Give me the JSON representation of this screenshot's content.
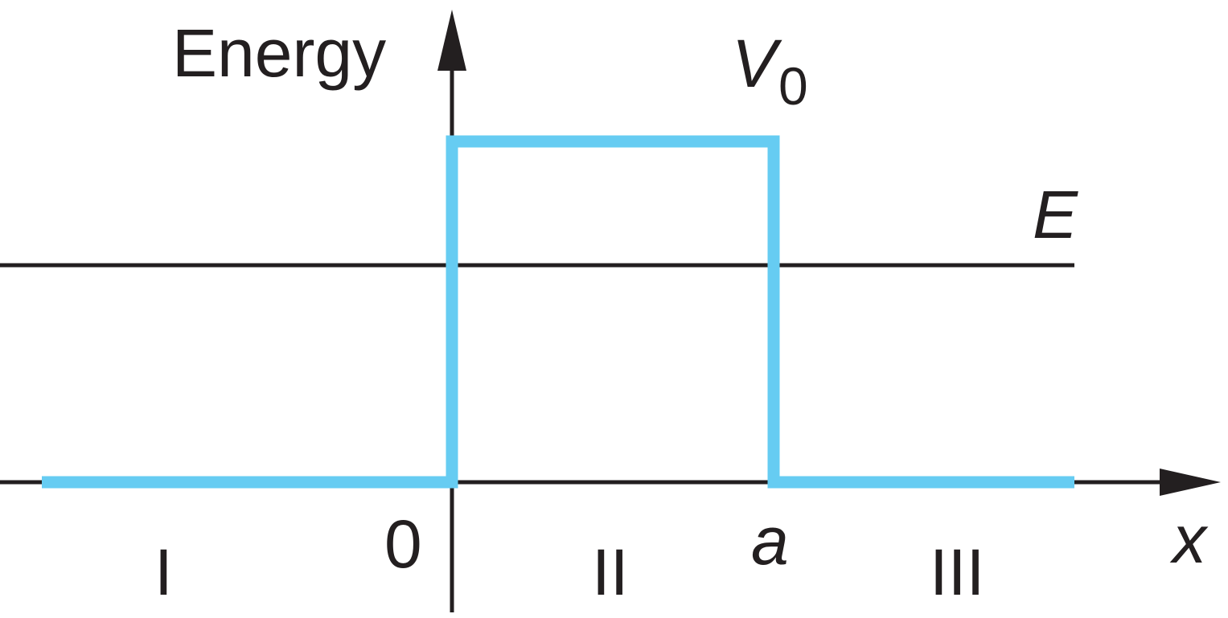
{
  "diagram": {
    "y_axis_label": "Energy",
    "x_axis_label": "x",
    "barrier_label": "V",
    "barrier_label_subscript": "0",
    "energy_label": "E",
    "origin_label": "0",
    "width_label": "a",
    "regions": [
      "I",
      "II",
      "III"
    ],
    "colors": {
      "barrier": "#66ccf2",
      "axes": "#231f20"
    }
  }
}
